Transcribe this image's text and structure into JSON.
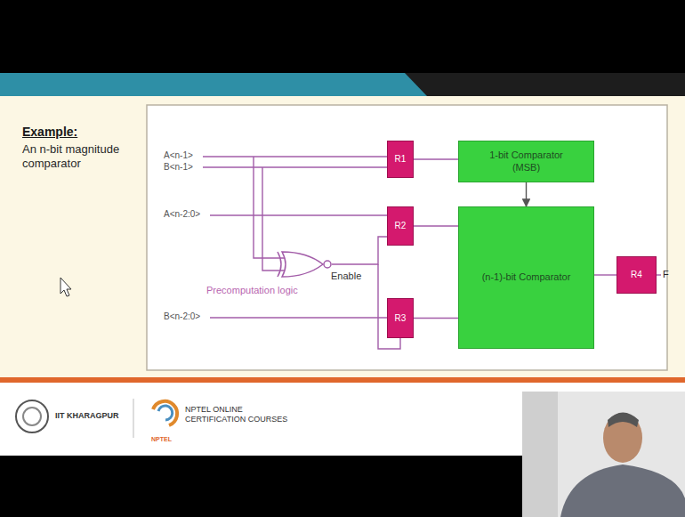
{
  "diagram": {
    "nodes": [
      {
        "text": [
          "R1"
        ]
      },
      {
        "text": [
          "1-bit Comparator (MSB)"
        ]
      },
      {
        "text": [
          "R2"
        ]
      },
      {
        "text": [
          "(n-1)-bit Comparator"
        ]
      },
      {
        "text": [
          "R3"
        ]
      },
      {
        "text": [
          "R4"
        ]
      }
    ],
    "edges": [
      {
        "from": 0,
        "to": 1,
        "arrow": "none"
      },
      {
        "from": 1,
        "to": 3,
        "arrow": "to"
      },
      {
        "from": 2,
        "to": 3,
        "arrow": "none"
      },
      {
        "from": 4,
        "to": 3,
        "arrow": "none"
      },
      {
        "from": 3,
        "to": 5,
        "arrow": "none"
      }
    ],
    "labels": [
      "Example:",
      "An n-bit magnitude comparator",
      "A<n-1>",
      "B<n-1>",
      "A<n-2:0>",
      "B<n-2:0>",
      "Enable",
      "Precomputation logic",
      "F",
      "IIT KHARAGPUR",
      "NPTEL ONLINE CERTIFICATION COURSES",
      "NPTEL"
    ]
  }
}
